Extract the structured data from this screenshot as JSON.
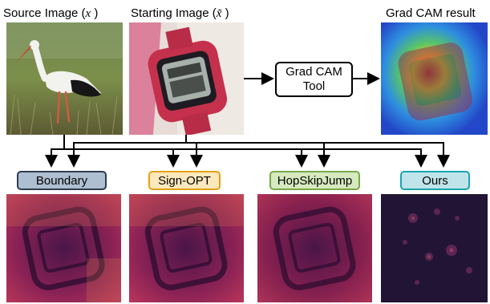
{
  "titles": {
    "source_prefix": "Source Image (",
    "source_symbol": "x",
    "source_suffix": ")",
    "starting_prefix": "Starting Image (",
    "starting_symbol": "x̃",
    "starting_suffix": ")",
    "gradcam_result": "Grad CAM result"
  },
  "tool": {
    "line1": "Grad CAM",
    "line2": "Tool"
  },
  "methods": [
    {
      "label": "Boundary",
      "fill": "#aebfd1",
      "border": "#2f3e4e"
    },
    {
      "label": "Sign-OPT",
      "fill": "#fbe8bd",
      "border": "#e3a214"
    },
    {
      "label": "HopSkipJump",
      "fill": "#d6e9bf",
      "border": "#79a94a"
    },
    {
      "label": "Ours",
      "fill": "#bfe5ea",
      "border": "#1aa3b0"
    }
  ],
  "colors": {
    "arrow": "#000000"
  }
}
